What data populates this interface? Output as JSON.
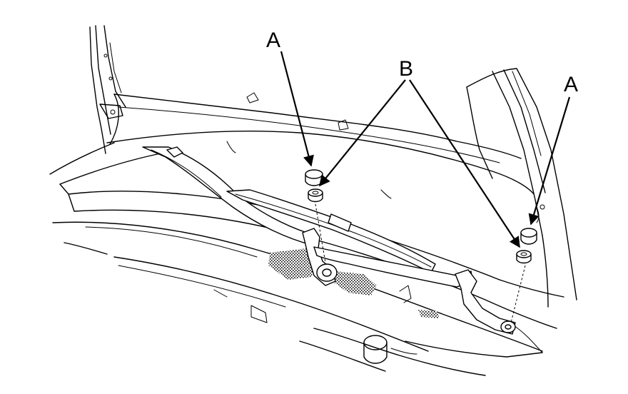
{
  "callouts": {
    "a_left": "A",
    "b_center": "B",
    "a_right": "A"
  }
}
